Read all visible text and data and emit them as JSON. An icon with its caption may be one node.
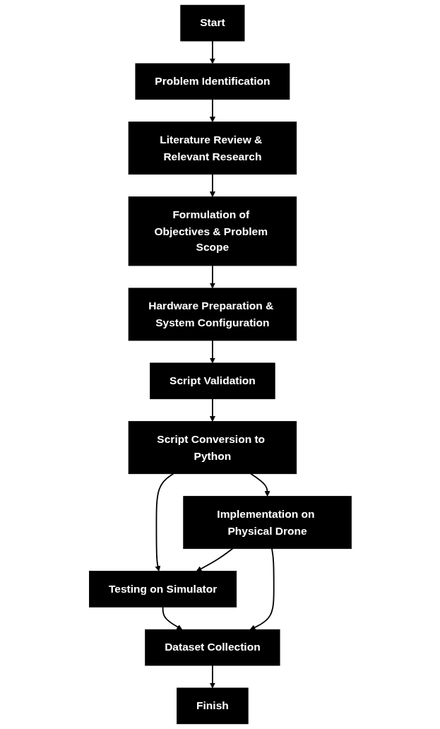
{
  "diagram": {
    "nodes": [
      {
        "text": [
          "Start"
        ]
      },
      {
        "text": [
          "Problem Identification"
        ]
      },
      {
        "text": [
          "Literature Review & Relevant Research"
        ]
      },
      {
        "text": [
          "Formulation of Objectives & Problem Scope"
        ]
      },
      {
        "text": [
          "Hardware Preparation & System Configuration"
        ]
      },
      {
        "text": [
          "Script Validation"
        ]
      },
      {
        "text": [
          "Script Conversion to Python"
        ]
      },
      {
        "text": [
          "Testing on Simulator"
        ]
      },
      {
        "text": [
          "Implementation on Physical Drone"
        ]
      },
      {
        "text": [
          "Dataset Collection"
        ]
      },
      {
        "text": [
          "Finish"
        ]
      }
    ],
    "edges": [
      {
        "from": 0,
        "to": 1,
        "arrow": "to"
      },
      {
        "from": 1,
        "to": 2,
        "arrow": "to"
      },
      {
        "from": 2,
        "to": 3,
        "arrow": "to"
      },
      {
        "from": 3,
        "to": 4,
        "arrow": "to"
      },
      {
        "from": 4,
        "to": 5,
        "arrow": "to"
      },
      {
        "from": 5,
        "to": 6,
        "arrow": "to"
      },
      {
        "from": 6,
        "to": 7,
        "arrow": "to"
      },
      {
        "from": 6,
        "to": 8,
        "arrow": "to"
      },
      {
        "from": 8,
        "to": 7,
        "arrow": "to"
      },
      {
        "from": 7,
        "to": 9,
        "arrow": "to"
      },
      {
        "from": 8,
        "to": 9,
        "arrow": "to"
      },
      {
        "from": 9,
        "to": 10,
        "arrow": "to"
      }
    ]
  }
}
